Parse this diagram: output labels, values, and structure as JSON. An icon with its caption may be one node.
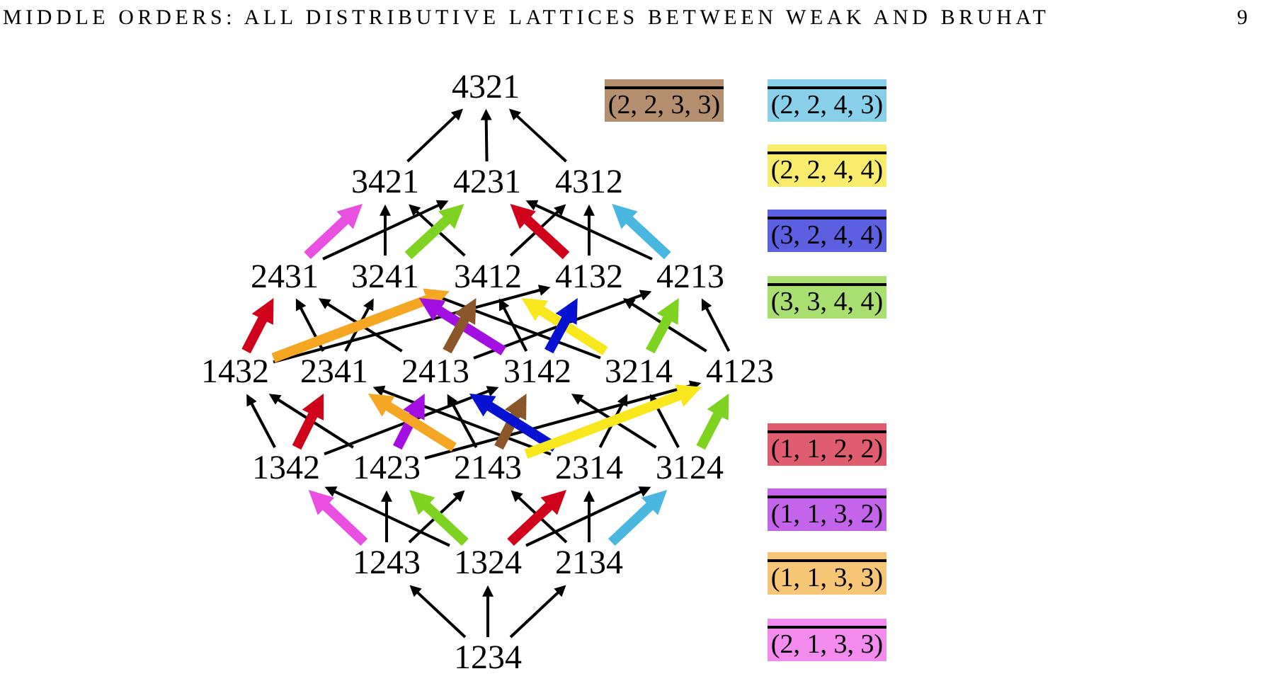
{
  "diagram": {
    "nodes": [
      {
        "text": [
          "4321"
        ]
      },
      {
        "text": [
          "3421"
        ]
      },
      {
        "text": [
          "4231"
        ]
      },
      {
        "text": [
          "4312"
        ]
      },
      {
        "text": [
          "2431"
        ]
      },
      {
        "text": [
          "3241"
        ]
      },
      {
        "text": [
          "3412"
        ]
      },
      {
        "text": [
          "4132"
        ]
      },
      {
        "text": [
          "4213"
        ]
      },
      {
        "text": [
          "1432"
        ]
      },
      {
        "text": [
          "2341"
        ]
      },
      {
        "text": [
          "2413"
        ]
      },
      {
        "text": [
          "3142"
        ]
      },
      {
        "text": [
          "3214"
        ]
      },
      {
        "text": [
          "4123"
        ]
      },
      {
        "text": [
          "1342"
        ]
      },
      {
        "text": [
          "1423"
        ]
      },
      {
        "text": [
          "2143"
        ]
      },
      {
        "text": [
          "2314"
        ]
      },
      {
        "text": [
          "3124"
        ]
      },
      {
        "text": [
          "1243"
        ]
      },
      {
        "text": [
          "1324"
        ]
      },
      {
        "text": [
          "2134"
        ]
      },
      {
        "text": [
          "1234"
        ]
      }
    ],
    "edges": [
      {
        "from": 23,
        "to": 20,
        "arrow": "to"
      },
      {
        "from": 23,
        "to": 21,
        "arrow": "to"
      },
      {
        "from": 23,
        "to": 22,
        "arrow": "to"
      },
      {
        "from": 20,
        "to": 16,
        "arrow": "to"
      },
      {
        "from": 20,
        "to": 17,
        "arrow": "to"
      },
      {
        "from": 21,
        "to": 15,
        "arrow": "to"
      },
      {
        "from": 21,
        "to": 19,
        "arrow": "to"
      },
      {
        "from": 22,
        "to": 17,
        "arrow": "to"
      },
      {
        "from": 22,
        "to": 18,
        "arrow": "to"
      },
      {
        "from": 15,
        "to": 9,
        "arrow": "to"
      },
      {
        "from": 15,
        "to": 12,
        "arrow": "to"
      },
      {
        "from": 16,
        "to": 9,
        "arrow": "to"
      },
      {
        "from": 16,
        "to": 14,
        "arrow": "to"
      },
      {
        "from": 17,
        "to": 11,
        "arrow": "to"
      },
      {
        "from": 18,
        "to": 10,
        "arrow": "to"
      },
      {
        "from": 18,
        "to": 13,
        "arrow": "to"
      },
      {
        "from": 19,
        "to": 12,
        "arrow": "to"
      },
      {
        "from": 19,
        "to": 13,
        "arrow": "to"
      },
      {
        "from": 9,
        "to": 7,
        "arrow": "to"
      },
      {
        "from": 10,
        "to": 4,
        "arrow": "to"
      },
      {
        "from": 10,
        "to": 5,
        "arrow": "to"
      },
      {
        "from": 11,
        "to": 4,
        "arrow": "to"
      },
      {
        "from": 11,
        "to": 8,
        "arrow": "to"
      },
      {
        "from": 12,
        "to": 6,
        "arrow": "to"
      },
      {
        "from": 13,
        "to": 5,
        "arrow": "to"
      },
      {
        "from": 14,
        "to": 7,
        "arrow": "to"
      },
      {
        "from": 14,
        "to": 8,
        "arrow": "to"
      },
      {
        "from": 4,
        "to": 2,
        "arrow": "to"
      },
      {
        "from": 5,
        "to": 1,
        "arrow": "to"
      },
      {
        "from": 6,
        "to": 1,
        "arrow": "to"
      },
      {
        "from": 6,
        "to": 3,
        "arrow": "to"
      },
      {
        "from": 7,
        "to": 3,
        "arrow": "to"
      },
      {
        "from": 8,
        "to": 2,
        "arrow": "to"
      },
      {
        "from": 1,
        "to": 0,
        "arrow": "to"
      },
      {
        "from": 2,
        "to": 0,
        "arrow": "to"
      },
      {
        "from": 3,
        "to": 0,
        "arrow": "to"
      },
      {
        "from": 20,
        "to": 15,
        "arrow": "to",
        "style": "thick",
        "color": "#e94fe1"
      },
      {
        "from": 21,
        "to": 16,
        "arrow": "to",
        "style": "thick",
        "color": "#7ed321"
      },
      {
        "from": 21,
        "to": 18,
        "arrow": "to",
        "style": "thick",
        "color": "#d0021b"
      },
      {
        "from": 22,
        "to": 19,
        "arrow": "to",
        "style": "thick",
        "color": "#4ab7e0"
      },
      {
        "from": 15,
        "to": 10,
        "arrow": "to",
        "style": "thick",
        "color": "#d0021b"
      },
      {
        "from": 16,
        "to": 11,
        "arrow": "to",
        "style": "thick",
        "color": "#a30fe3"
      },
      {
        "from": 17,
        "to": 10,
        "arrow": "to",
        "style": "thick",
        "color": "#f5a623"
      },
      {
        "from": 17,
        "to": 12,
        "arrow": "to",
        "style": "thick",
        "color": "#8b572a"
      },
      {
        "from": 18,
        "to": 11,
        "arrow": "to",
        "style": "thick",
        "color": "#0612d2"
      },
      {
        "from": 17,
        "to": 14,
        "arrow": "to",
        "style": "thick",
        "color": "#f8e71c"
      },
      {
        "from": 19,
        "to": 14,
        "arrow": "to",
        "style": "thick",
        "color": "#7ed321"
      },
      {
        "from": 9,
        "to": 4,
        "arrow": "to",
        "style": "thick",
        "color": "#d0021b"
      },
      {
        "from": 9,
        "to": 6,
        "arrow": "to",
        "style": "thick",
        "color": "#f5a623"
      },
      {
        "from": 12,
        "to": 5,
        "arrow": "to",
        "style": "thick",
        "color": "#a30fe3"
      },
      {
        "from": 11,
        "to": 6,
        "arrow": "to",
        "style": "thick",
        "color": "#8b572a"
      },
      {
        "from": 13,
        "to": 6,
        "arrow": "to",
        "style": "thick",
        "color": "#f8e71c"
      },
      {
        "from": 12,
        "to": 7,
        "arrow": "to",
        "style": "thick",
        "color": "#0612d2"
      },
      {
        "from": 13,
        "to": 8,
        "arrow": "to",
        "style": "thick",
        "color": "#7ed321"
      },
      {
        "from": 4,
        "to": 1,
        "arrow": "to",
        "style": "thick",
        "color": "#e94fe1"
      },
      {
        "from": 5,
        "to": 2,
        "arrow": "to",
        "style": "thick",
        "color": "#7ed321"
      },
      {
        "from": 7,
        "to": 2,
        "arrow": "to",
        "style": "thick",
        "color": "#d0021b"
      },
      {
        "from": 8,
        "to": 3,
        "arrow": "to",
        "style": "thick",
        "color": "#4ab7e0"
      }
    ],
    "labels": [
      "MIDDLE ORDERS: ALL DISTRIBUTIVE LATTICES BETWEEN WEAK AND BRUHAT",
      "9"
    ],
    "legend": [
      {
        "text": "(2, 2, 3, 3)",
        "color": "#b38f6f"
      },
      {
        "text": "(2, 2, 4, 3)",
        "color": "#88cfe9"
      },
      {
        "text": "(2, 2, 4, 4)",
        "color": "#f9ec6c"
      },
      {
        "text": "(3, 2, 4, 4)",
        "color": "#5c60e0"
      },
      {
        "text": "(3, 3, 4, 4)",
        "color": "#a8df70"
      },
      {
        "text": "(1, 1, 2, 2)",
        "color": "#e05d6f"
      },
      {
        "text": "(1, 1, 3, 2)",
        "color": "#c464ea"
      },
      {
        "text": "(1, 1, 3, 3)",
        "color": "#f6c575"
      },
      {
        "text": "(2, 1, 3, 3)",
        "color": "#f38bef"
      }
    ]
  }
}
